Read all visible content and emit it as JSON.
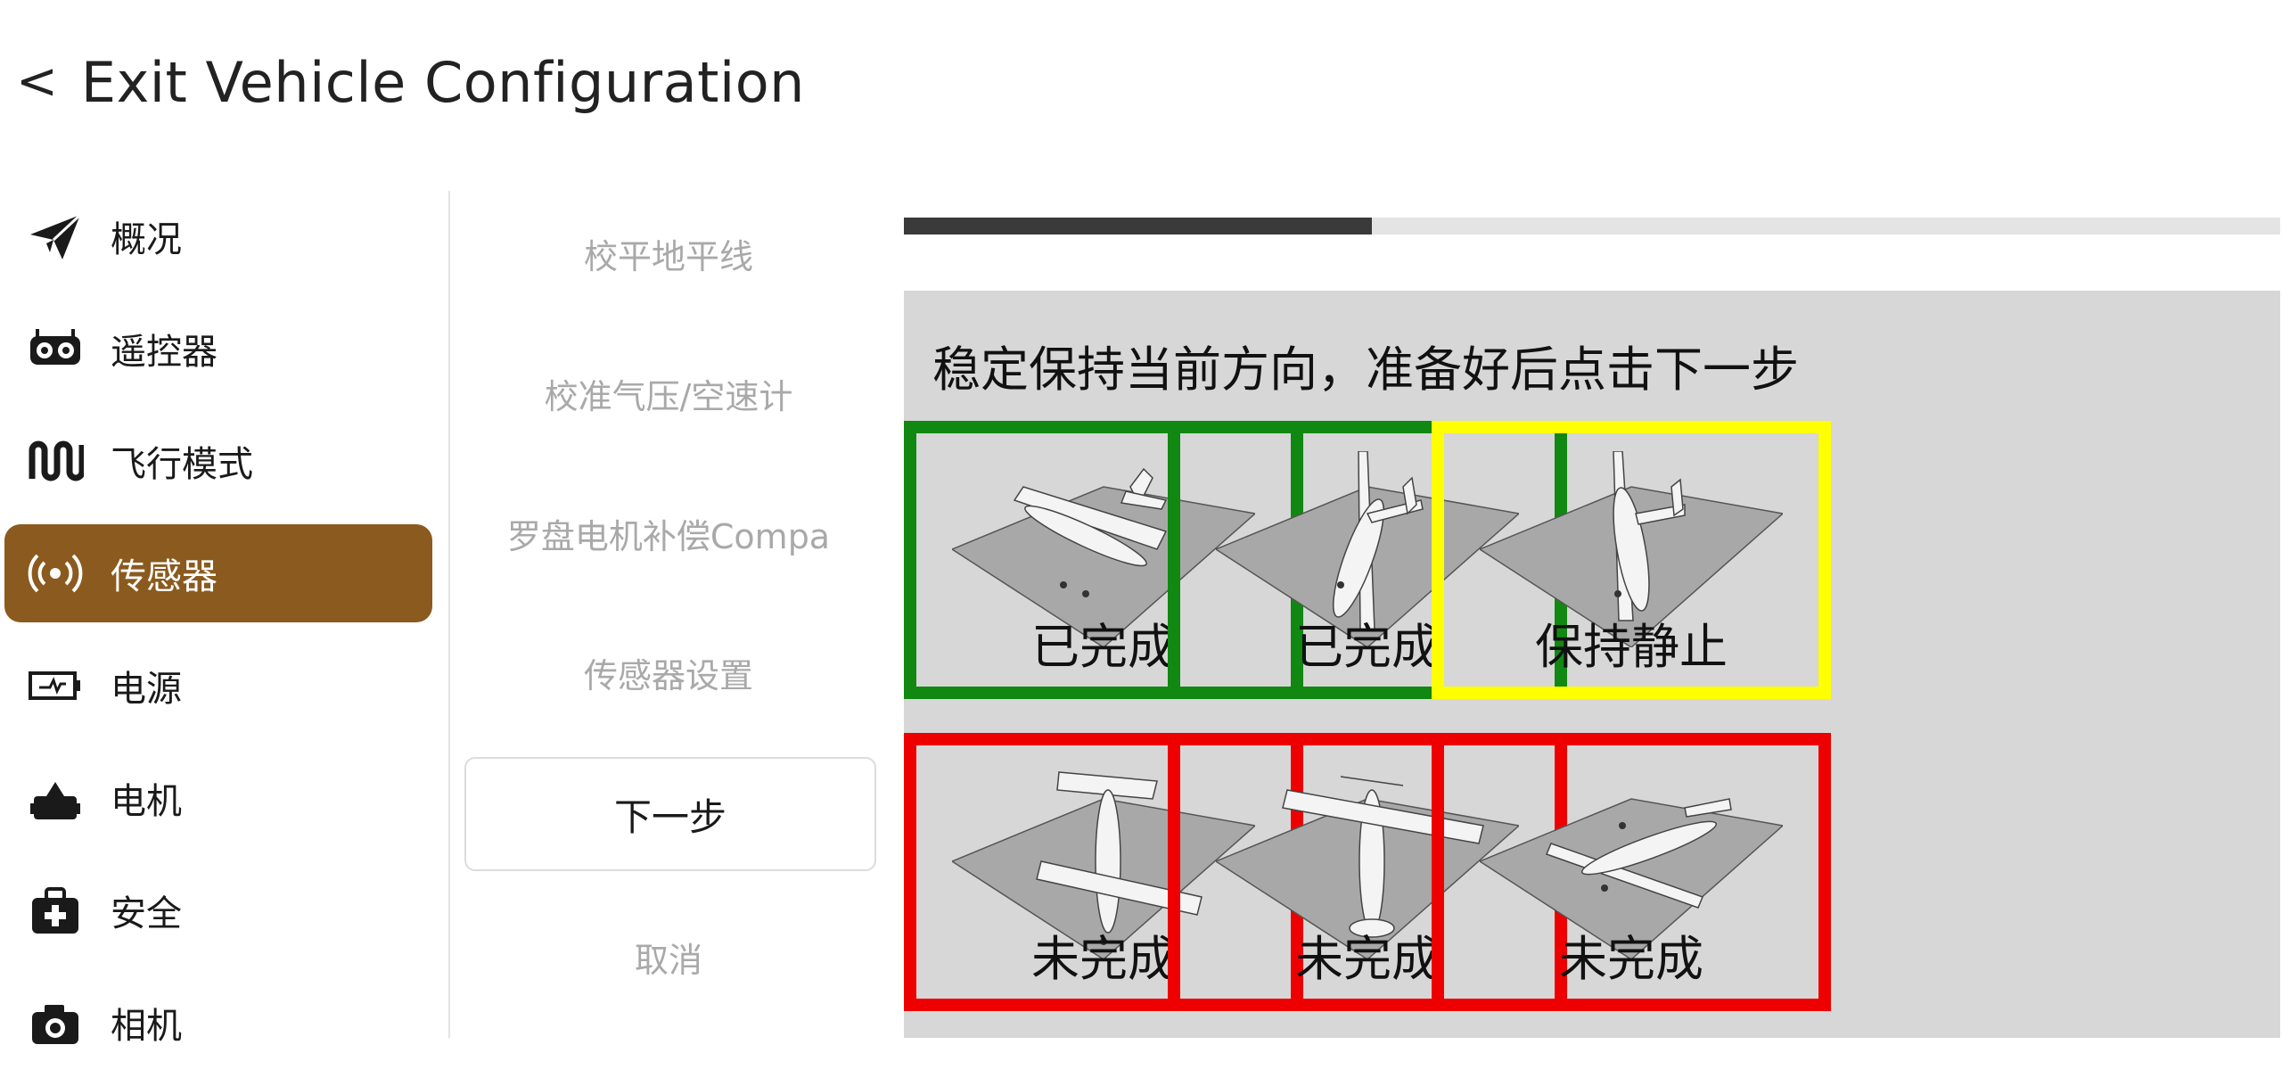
{
  "header": {
    "back_symbol": "<",
    "title": "Exit Vehicle Configuration"
  },
  "sidebar": {
    "items": [
      {
        "label": "概况",
        "icon": "paper-plane-icon",
        "active": false
      },
      {
        "label": "遥控器",
        "icon": "radio-controller-icon",
        "active": false
      },
      {
        "label": "飞行模式",
        "icon": "wave-icon",
        "active": false
      },
      {
        "label": "传感器",
        "icon": "sensor-broadcast-icon",
        "active": true
      },
      {
        "label": "电源",
        "icon": "battery-icon",
        "active": false
      },
      {
        "label": "电机",
        "icon": "motor-icon",
        "active": false
      },
      {
        "label": "安全",
        "icon": "first-aid-icon",
        "active": false
      },
      {
        "label": "相机",
        "icon": "camera-icon",
        "active": false
      }
    ],
    "active_color": "#8b5a1e"
  },
  "steps": {
    "items": [
      "校平地平线",
      "校准气压/空速计",
      "罗盘电机补偿Compa",
      "传感器设置"
    ],
    "next_label": "下一步",
    "cancel_label": "取消"
  },
  "progress": {
    "fraction": 0.34
  },
  "calibration": {
    "instruction": "稳定保持当前方向，准备好后点击下一步",
    "tiles": [
      {
        "label": "已完成",
        "status": "done",
        "color": "#118811",
        "orientation": "level"
      },
      {
        "label": "已完成",
        "status": "done",
        "color": "#118811",
        "orientation": "left-wing-down"
      },
      {
        "label": "保持静止",
        "status": "in-progress",
        "color": "#ffff00",
        "orientation": "right-wing-down"
      },
      {
        "label": "未完成",
        "status": "pending",
        "color": "#ee0000",
        "orientation": "nose-down"
      },
      {
        "label": "未完成",
        "status": "pending",
        "color": "#ee0000",
        "orientation": "nose-up"
      },
      {
        "label": "未完成",
        "status": "pending",
        "color": "#ee0000",
        "orientation": "upside-down"
      }
    ]
  }
}
